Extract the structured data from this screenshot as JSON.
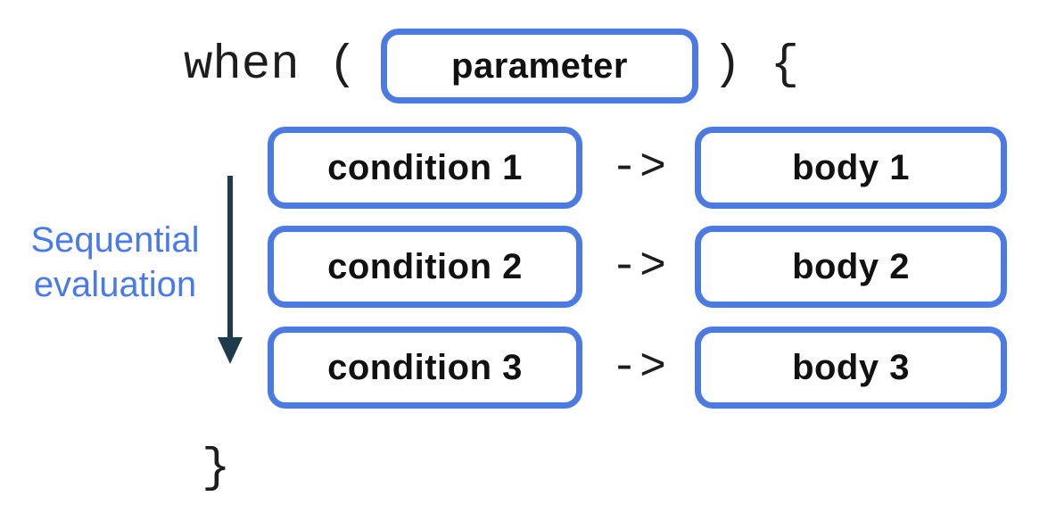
{
  "colors": {
    "accent_blue": "#4b7be2",
    "label_blue": "#4a79e8",
    "arrow_dark": "#1d3b4d",
    "code_black": "#1d1d1d"
  },
  "code": {
    "when_open": "when (",
    "close_paren_brace": ") {",
    "closing_brace": "}"
  },
  "parameter_box": {
    "label": "parameter"
  },
  "sequential": {
    "line1": "Sequential",
    "line2": "evaluation"
  },
  "rows": [
    {
      "condition": "condition 1",
      "arrow": "->",
      "body": "body 1"
    },
    {
      "condition": "condition 2",
      "arrow": "->",
      "body": "body 2"
    },
    {
      "condition": "condition 3",
      "arrow": "->",
      "body": "body 3"
    }
  ]
}
